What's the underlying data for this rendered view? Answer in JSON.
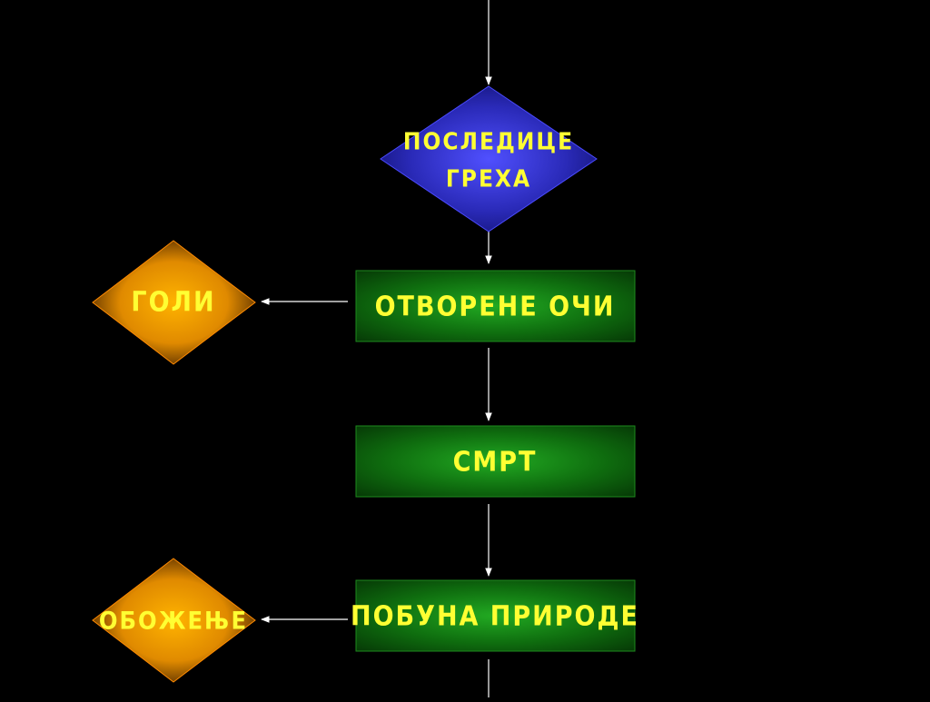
{
  "colors": {
    "background": "#000000",
    "text": "#ffff33",
    "blue_node": "#2a2ab8",
    "green_node": "#0f6e0f",
    "orange_node": "#f0a000",
    "connector": "#ffffff"
  },
  "diagram": {
    "nodes": {
      "consequences": {
        "line1": "ПОСЛЕДИЦЕ",
        "line2": "ГРЕХА"
      },
      "opened_eyes": {
        "label": "ОТВОРЕНЕ  ОЧИ"
      },
      "death": {
        "label": "СМРТ"
      },
      "nature_revolt": {
        "label": "ПОБУНА  ПРИРОДЕ"
      },
      "naked": {
        "label": "ГОЛИ"
      },
      "deification": {
        "label": "ОБОЖЕЊЕ"
      }
    }
  }
}
